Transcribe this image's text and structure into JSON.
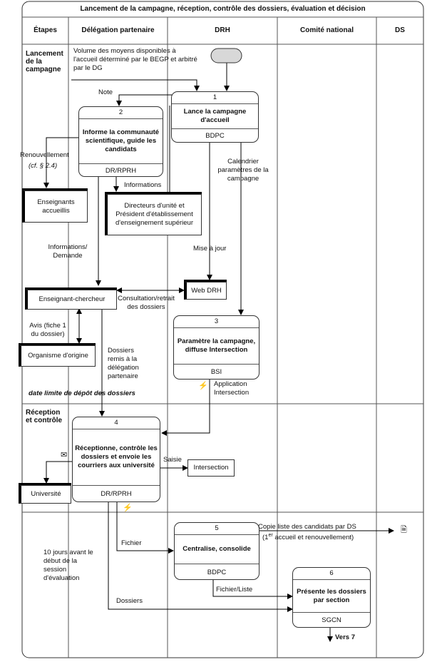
{
  "title": "Lancement de la campagne, réception, contrôle des dossiers, évaluation et décision",
  "columns": [
    "Étapes",
    "Délégation partenaire",
    "DRH",
    "Comité national",
    "DS"
  ],
  "steps": {
    "s1": "Lancement de la campagne",
    "s2": "Réception et contrôle"
  },
  "processes": [
    {
      "num": "1",
      "label": "Lance la campagne d'accueil",
      "actor": "BDPC"
    },
    {
      "num": "2",
      "label": "Informe la communauté scientifique, guide les candidats",
      "actor": "DR/RPRH"
    },
    {
      "num": "3",
      "label": "Paramètre la campagne, diffuse Intersection",
      "actor": "BSI"
    },
    {
      "num": "4",
      "label": "Réceptionne, contrôle les dossiers et envoie les courriers aux université",
      "actor": "DR/RPRH"
    },
    {
      "num": "5",
      "label": "Centralise, consolide",
      "actor": "BDPC"
    },
    {
      "num": "6",
      "label": "Présente les dossiers par section",
      "actor": "SGCN"
    }
  ],
  "stores": {
    "ens_accueillis": "Enseignants accueillis",
    "directeurs": "Directeurs d'unité et Président d'établissement d'enseignement supérieur",
    "web_drh": "Web DRH",
    "ens_chercheur": "Enseignant-chercheur",
    "organisme": "Organisme d'origine",
    "universite": "Université",
    "intersection": "Intersection"
  },
  "annotations": {
    "volume": "Volume des moyens disponibles à l'accueil déterminé par le BEGP et arbitré par le DG",
    "note": "Note",
    "renouvellement": "Renouvellement",
    "cf": "(cf. § 2.4)",
    "informations": "Informations",
    "calendrier": "Calendrier paramètres de la campagne",
    "informations_demande": "Informations/ Demande",
    "mise_a_jour": "Mise à jour",
    "consultation": "Consultation/retrait des dossiers",
    "avis": "Avis (fiche 1 du dossier)",
    "dossiers_remis": "Dossiers remis à la délégation partenaire",
    "date_limite": "date limite de dépôt des dossiers",
    "application": "Application Intersection",
    "saisie": "Saisie",
    "fichier": "Fichier",
    "copie_liste": "Copie liste des candidats par DS",
    "accueil_renouv_sup": "er",
    "accueil_renouv_pre": "(1",
    "accueil_renouv_post": " accueil et renouvellement)",
    "dix_jours": "10 jours avant le début de la session d'évaluation",
    "fichier_liste": "Fichier/Liste",
    "dossiers": "Dossiers",
    "vers7": "Vers 7"
  },
  "icons": {
    "envelope": "envelope-icon",
    "document": "document-icon",
    "lightning": "lightning-icon"
  }
}
